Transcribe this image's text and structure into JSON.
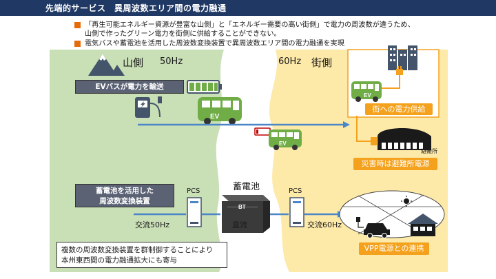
{
  "header": {
    "title": "先端的サービス　異周波数エリア間の電力融通"
  },
  "bullets": [
    {
      "line1": "「再生可能エネルギー資源が豊富な山側」と「エネルギー需要の高い街側」で電力の周波数が違うため、",
      "line2": "山側で作ったグリーン電力を街側に供給することができない。"
    },
    {
      "line1": "電気バスや蓄電池を活用した周波数変換装置で異周波数エリア間の電力融通を実現",
      "line2": ""
    }
  ],
  "mountain_side": {
    "name": "山側",
    "frequency": "50Hz"
  },
  "city_side": {
    "name": "街側",
    "frequency": "60Hz"
  },
  "ev_bus_label": "EVバスが電力を輸送",
  "bus_text": "EV",
  "city_supply_label": "街への電力供給",
  "shelter_tag": "避難所",
  "shelter_label": "災害時は避難所電源",
  "battery_section_label_1": "蓄電池を活用した",
  "battery_section_label_2": "周波数変換装置",
  "battery_label": "蓄電池",
  "bt_text": "BT",
  "pcs_left": "PCS",
  "pcs_right": "PCS",
  "ac50": "交流50Hz",
  "dc": "直流",
  "ac60": "交流60Hz",
  "vpp_label": "VPP電源との連携",
  "note_line1": "複数の周波数変換装置を群制御することにより",
  "note_line2": "本州東西間の電力融通拡大にも寄与",
  "colors": {
    "title_bg": "#1f3864",
    "mountain_bg": "#c9dfb6",
    "city_bg": "#fde9a8",
    "orange": "#f4a21e",
    "bus_green": "#70ad47",
    "arrow_blue": "#4a86c8"
  }
}
